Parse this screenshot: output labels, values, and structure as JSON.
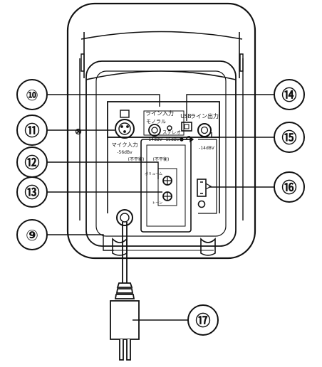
{
  "labels": {
    "mic_in": "マイク入力",
    "mic_level": "-56dBv",
    "line_in": "ライン入力",
    "mono": "モノラル",
    "stereo": "ステレオ",
    "line_in_level": "-14dBV",
    "stereo_level": "-15dBV",
    "usb": "USB",
    "line_out": "ライン出力",
    "line_out_level": "-14dBV",
    "unbalanced_left": "(不平衡)",
    "unbalanced_right": "(不平衡)",
    "volume_knob": "ボリューム",
    "tone_knob": "トーン"
  },
  "callouts": [
    "⑩",
    "⑪",
    "⑫",
    "⑬",
    "⑨",
    "⑭",
    "⑮",
    "⑯",
    "⑰"
  ]
}
